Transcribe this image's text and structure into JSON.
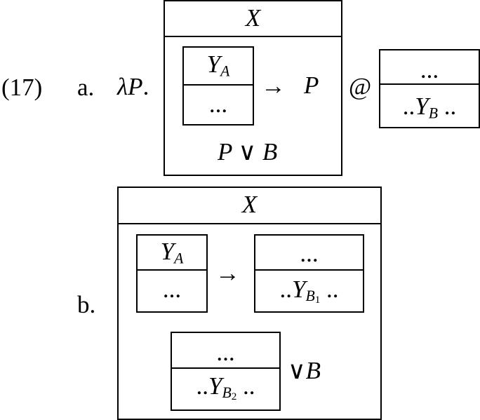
{
  "example_number": "(17)",
  "a": {
    "label": "a.",
    "lambda": "λ",
    "var": "P",
    "dot": ".",
    "outer_box": {
      "header": "X",
      "antecedent": {
        "header_main": "Y",
        "header_sub": "A",
        "body": "..."
      },
      "arrow": "→",
      "consequent": "P",
      "disjunction_left": "P",
      "disjunction_op": "∨",
      "disjunction_right": "B"
    },
    "apply_op": "@",
    "arg_box": {
      "header": "...",
      "body_prefix": "..",
      "body_main": "Y",
      "body_sub": "B",
      "body_suffix": ".."
    }
  },
  "b": {
    "label": "b.",
    "outer_box": {
      "header": "X",
      "antecedent": {
        "header_main": "Y",
        "header_sub": "A",
        "body": "..."
      },
      "arrow": "→",
      "consequent": {
        "header": "...",
        "body_prefix": "..",
        "body_main": "Y",
        "body_sub": "B",
        "body_subsub": "1",
        "body_suffix": ".."
      },
      "disj_box": {
        "header": "...",
        "body_prefix": "..",
        "body_main": "Y",
        "body_sub": "B",
        "body_subsub": "2",
        "body_suffix": ".."
      },
      "disj_op": "∨",
      "disj_right": "B"
    }
  }
}
